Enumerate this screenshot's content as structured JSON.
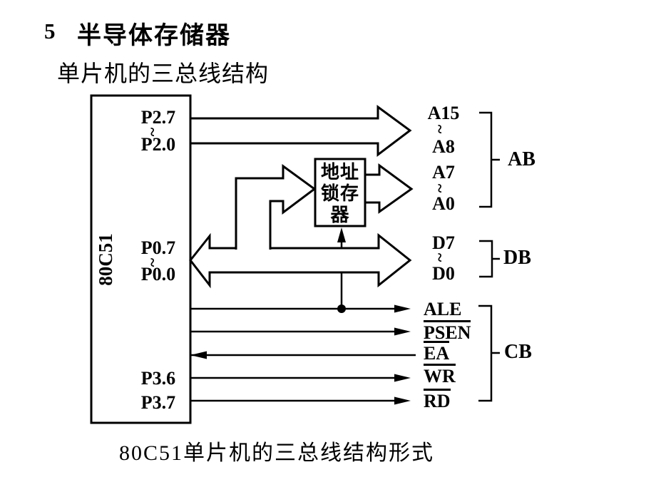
{
  "slide": {
    "section_number": "5",
    "section_title": "半导体存储器",
    "subtitle": "单片机的三总线结构",
    "caption": "80C51单片机的三总线结构形式"
  },
  "chip": {
    "name": "80C51",
    "ports": {
      "p2_top": "P2.7",
      "p2_range_tilde": "~",
      "p2_bottom": "P2.0",
      "p0_top": "P0.7",
      "p0_range_tilde": "~",
      "p0_bottom": "P0.0",
      "p36": "P3.6",
      "p37": "P3.7"
    }
  },
  "latch": {
    "label_line1": "地址",
    "label_line2": "锁存",
    "label_line3": "器"
  },
  "address_bus": {
    "high_top": "A15",
    "tilde1": "~",
    "high_bottom": "A8",
    "low_top": "A7",
    "tilde2": "~",
    "low_bottom": "A0",
    "group_label": "AB"
  },
  "data_bus": {
    "top": "D7",
    "tilde": "~",
    "bottom": "D0",
    "group_label": "DB"
  },
  "control_bus": {
    "ale": "ALE",
    "psen": "PSEN",
    "ea": "EA",
    "wr": "WR",
    "rd": "RD",
    "group_label": "CB"
  },
  "colors": {
    "ink": "#000000",
    "background": "#ffffff"
  }
}
